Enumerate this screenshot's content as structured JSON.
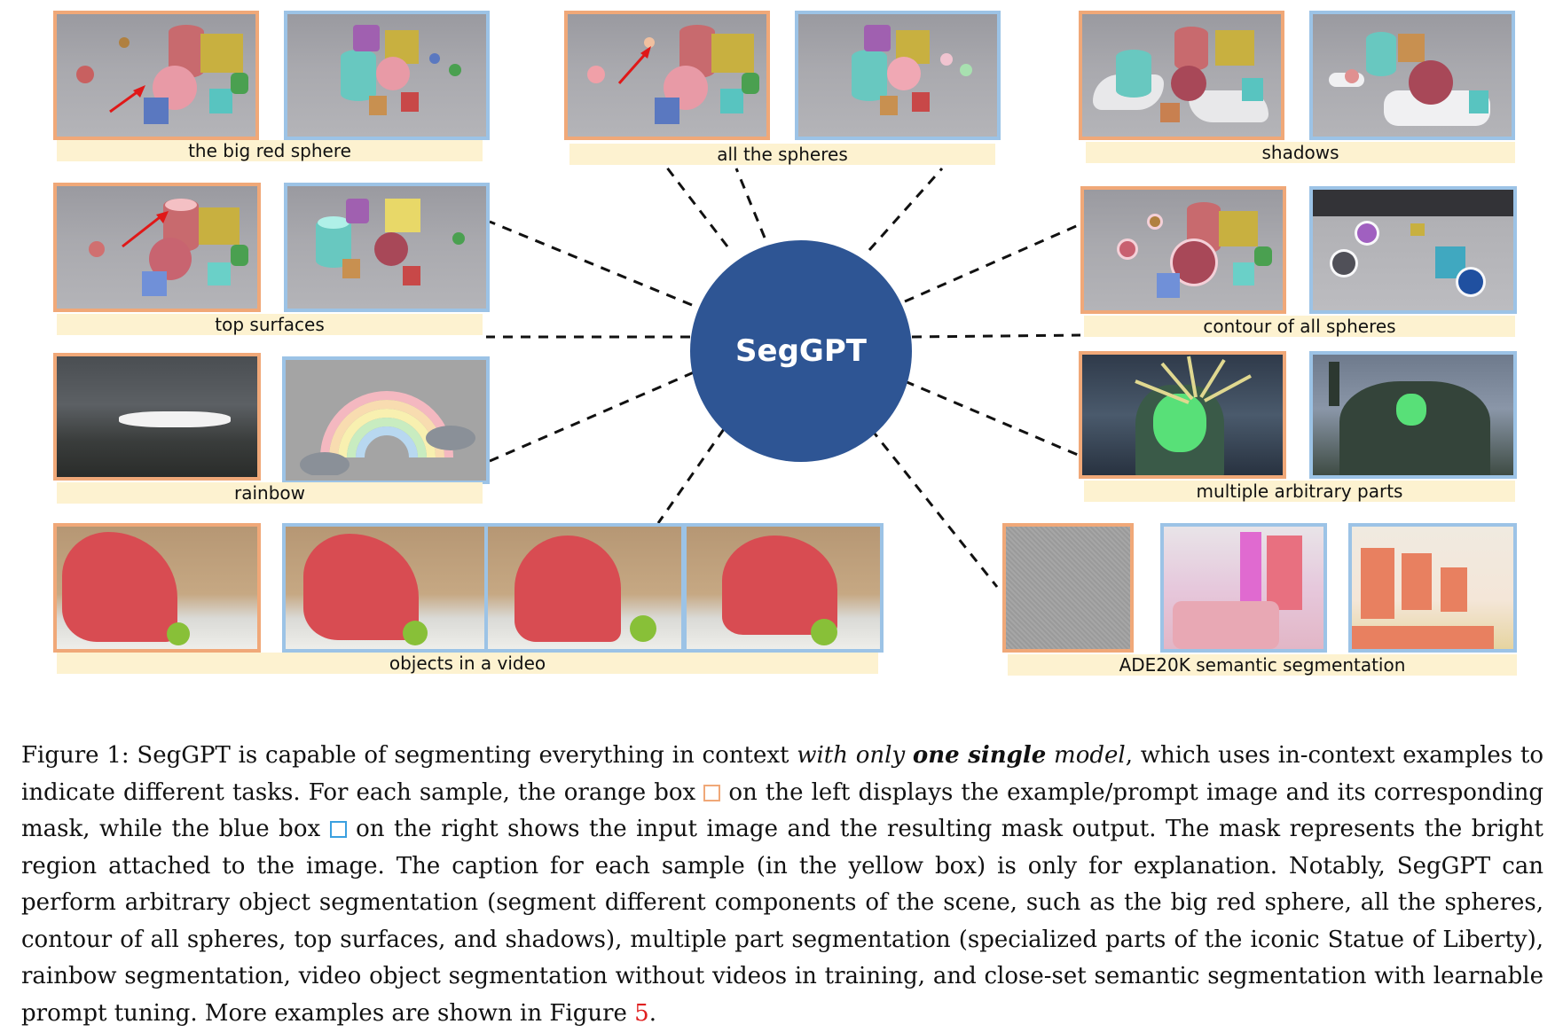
{
  "hub_label": "SegGPT",
  "colors": {
    "orange_box": "#f0a878",
    "blue_box": "#9cc3e6",
    "caption_bar": "#fdf2d0",
    "hub": "#2e5594",
    "figure_ref": "#e02020"
  },
  "samples": [
    {
      "caption": "the big red sphere"
    },
    {
      "caption": "all the spheres"
    },
    {
      "caption": "shadows"
    },
    {
      "caption": "top surfaces"
    },
    {
      "caption": "contour of all spheres"
    },
    {
      "caption": "rainbow"
    },
    {
      "caption": "multiple arbitrary parts"
    },
    {
      "caption": "objects in a video"
    },
    {
      "caption": "ADE20K semantic segmentation"
    }
  ],
  "figure_caption": {
    "p1": "Figure 1: SegGPT is capable of segmenting everything in context ",
    "em1": "with only ",
    "strong": "one single",
    "em2": " model",
    "p2": ", which uses in-context examples to indicate different tasks.  For each sample, the orange box ",
    "p3": " on the left displays the example/prompt image and its corresponding mask, while the blue box ",
    "p4": " on the right shows the input image and the resulting mask output.  The mask represents the bright region attached to the image. The caption for each sample (in the yellow box) is only for explanation. Notably, SegGPT can perform arbitrary object segmentation (segment different components of the scene, such as the big red sphere, all the spheres, contour of all spheres, top surfaces, and shadows), multiple part segmentation (specialized parts of the iconic Statue of Liberty), rainbow segmentation, video object segmentation without videos in training, and close-set semantic segmentation with learnable prompt tuning. More examples are shown in Figure ",
    "ref": "5",
    "p5": "."
  }
}
